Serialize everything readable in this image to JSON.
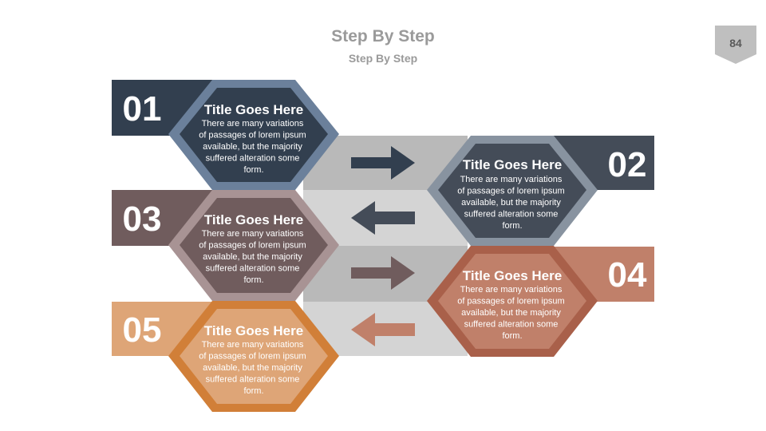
{
  "slide": {
    "title": "Step By Step",
    "subtitle": "Step By Step",
    "page_number": "84"
  },
  "steps": [
    {
      "number": "01",
      "title": "Title Goes Here",
      "lines": [
        "There are many variations",
        "of passages of lorem ipsum",
        "available, but the majority",
        "suffered alteration some",
        "form."
      ],
      "color": "#323f4f",
      "accent": "#6b809b",
      "arrow": "right"
    },
    {
      "number": "02",
      "title": "Title Goes Here",
      "lines": [
        "There are many variations",
        "of passages of lorem ipsum",
        "available, but the majority",
        "suffered alteration some",
        "form."
      ],
      "color": "#444c58",
      "accent": "#8893a0",
      "arrow": "left"
    },
    {
      "number": "03",
      "title": "Title Goes Here",
      "lines": [
        "There are many variations",
        "of passages of lorem ipsum",
        "available, but the majority",
        "suffered alteration some",
        "form."
      ],
      "color": "#705c5d",
      "accent": "#a89394",
      "arrow": "right"
    },
    {
      "number": "04",
      "title": "Title Goes Here",
      "lines": [
        "There are many variations",
        "of passages of lorem ipsum",
        "available, but the majority",
        "suffered alteration some",
        "form."
      ],
      "color": "#c0806a",
      "accent": "#a9604a",
      "arrow": "left"
    },
    {
      "number": "05",
      "title": "Title Goes Here",
      "lines": [
        "There are many variations",
        "of passages of lorem ipsum",
        "available, but the majority",
        "suffered alteration some",
        "form."
      ],
      "color": "#dea577",
      "accent": "#d17f38",
      "arrow": "none"
    }
  ],
  "colors": {
    "band_dark": "#b9b9b9",
    "band_light": "#d4d4d4",
    "badge": "#bfbfbf",
    "heading": "#9a9a9a"
  }
}
